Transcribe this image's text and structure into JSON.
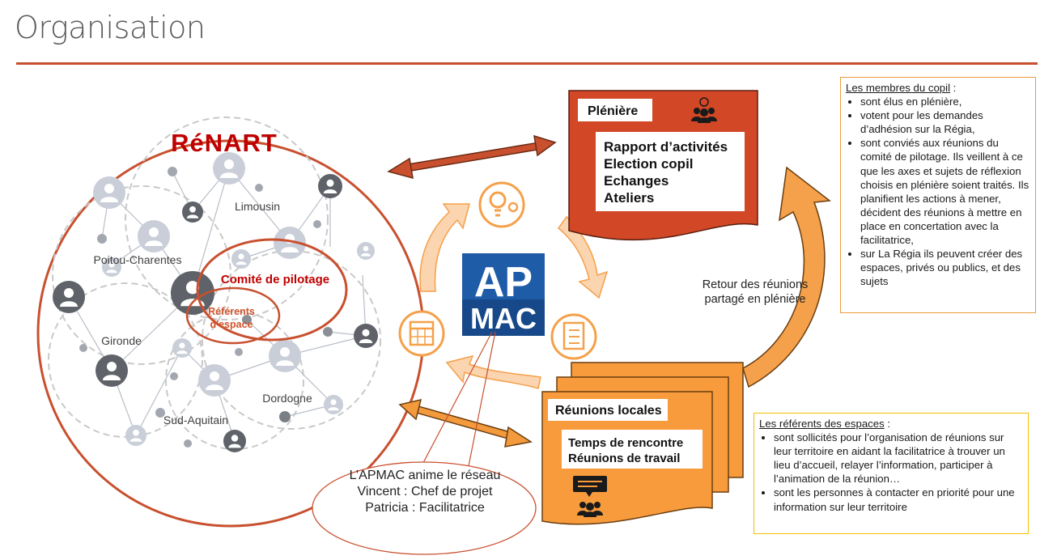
{
  "title": "Organisation",
  "renart": {
    "logo": "RéNART",
    "regions": {
      "limousin": "Limousin",
      "poitou": "Poitou-Charentes",
      "gironde": "Gironde",
      "dordogne": "Dordogne",
      "sud_aquitaine": "Sud-Aquitain"
    },
    "comite": "Comité de pilotage",
    "referents_line1": "Référents",
    "referents_line2": "d'espace"
  },
  "apmac_logo": {
    "line1": "AP",
    "line2": "MAC"
  },
  "pleniere": {
    "title": "Plénière",
    "items": [
      "Rapport d’activités",
      "Election copil",
      "Echanges",
      "Ateliers"
    ]
  },
  "reunions": {
    "title": "Réunions locales",
    "items": [
      "Temps de rencontre",
      "Réunions de travail"
    ]
  },
  "retour": {
    "line1": "Retour des réunions",
    "line2": "partagé en plénière"
  },
  "apmac_note": {
    "line1": "L’APMAC anime le réseau",
    "line2": "Vincent : Chef de projet",
    "line3": "Patricia : Facilitatrice"
  },
  "copil_box": {
    "header": "Les membres du copil",
    "header_suffix": " :",
    "items": [
      "sont élus en plénière,",
      "votent pour les demandes d’adhésion sur la Régia,",
      "sont conviés aux réunions du comité de pilotage. Ils veillent à ce que les axes et sujets de réflexion choisis en plénière soient traités. Ils planifient les actions à mener, décident des réunions à mettre en place en concertation avec la facilitatrice,",
      "sur La Régia ils peuvent créer des espaces, privés ou publics, et des sujets"
    ]
  },
  "ref_box": {
    "header": "Les référents des espaces",
    "header_suffix": " :",
    "items": [
      "sont sollicités pour l’organisation de réunions sur leur territoire en aidant la facilitatrice à trouver un lieu d’accueil, relayer l’information, participer à l’animation de la réunion…",
      "sont les personnes à contacter en priorité pour une information sur leur territoire"
    ]
  },
  "icons": [
    "bulb-gear-icon",
    "calendar-icon",
    "checklist-icon",
    "people-icon",
    "group-chat-icon",
    "person-icon"
  ],
  "colors": {
    "accent_red": "#c8502f",
    "renart_red": "#c00000",
    "pleniere_fill": "#d24726",
    "reunions_fill": "#f79b3c",
    "apmac_blue": "#1f5ca8",
    "icon_orange": "#f5a04a",
    "copil_border": "#ed9b3a",
    "ref_border": "#f2c200"
  }
}
